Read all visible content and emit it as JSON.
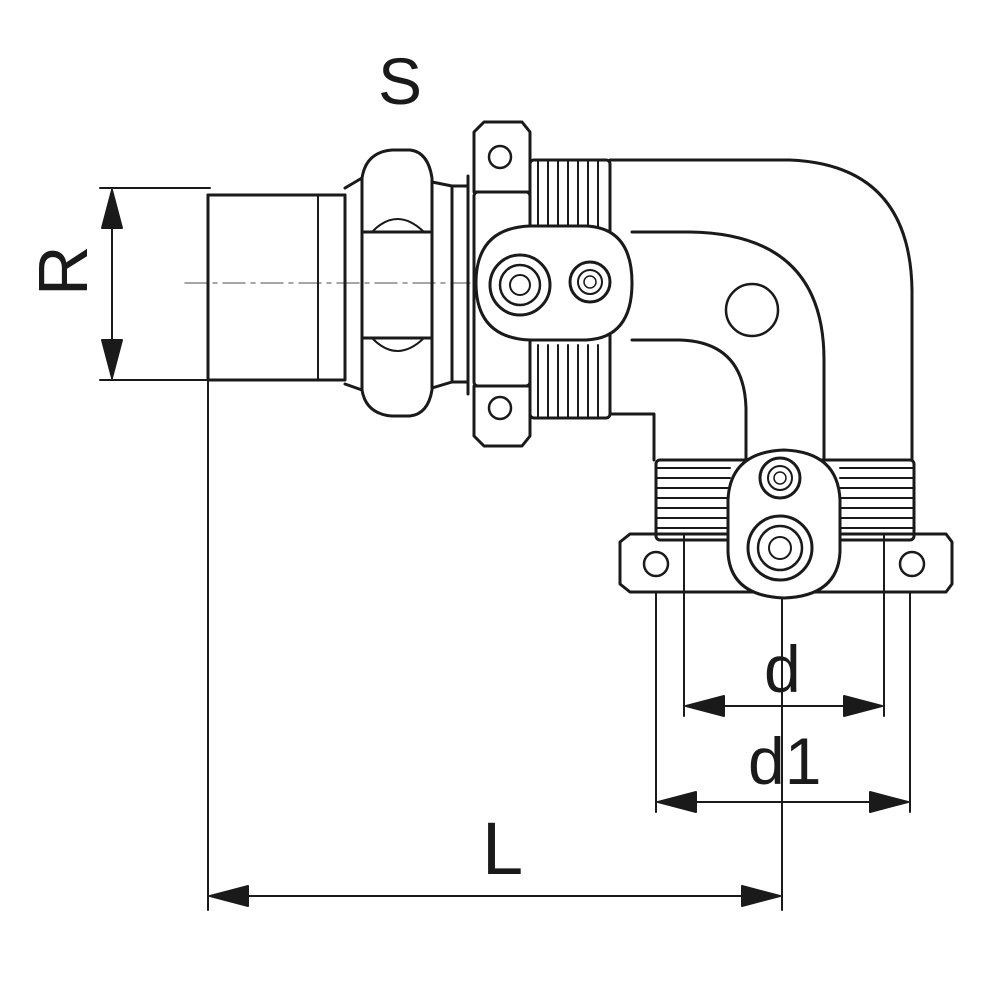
{
  "labels": {
    "s": "S",
    "r": "R",
    "d": "d",
    "d1": "d1",
    "l": "L"
  },
  "colors": {
    "line": "#1a1a1a",
    "thin": "#555555",
    "background": "#ffffff"
  }
}
